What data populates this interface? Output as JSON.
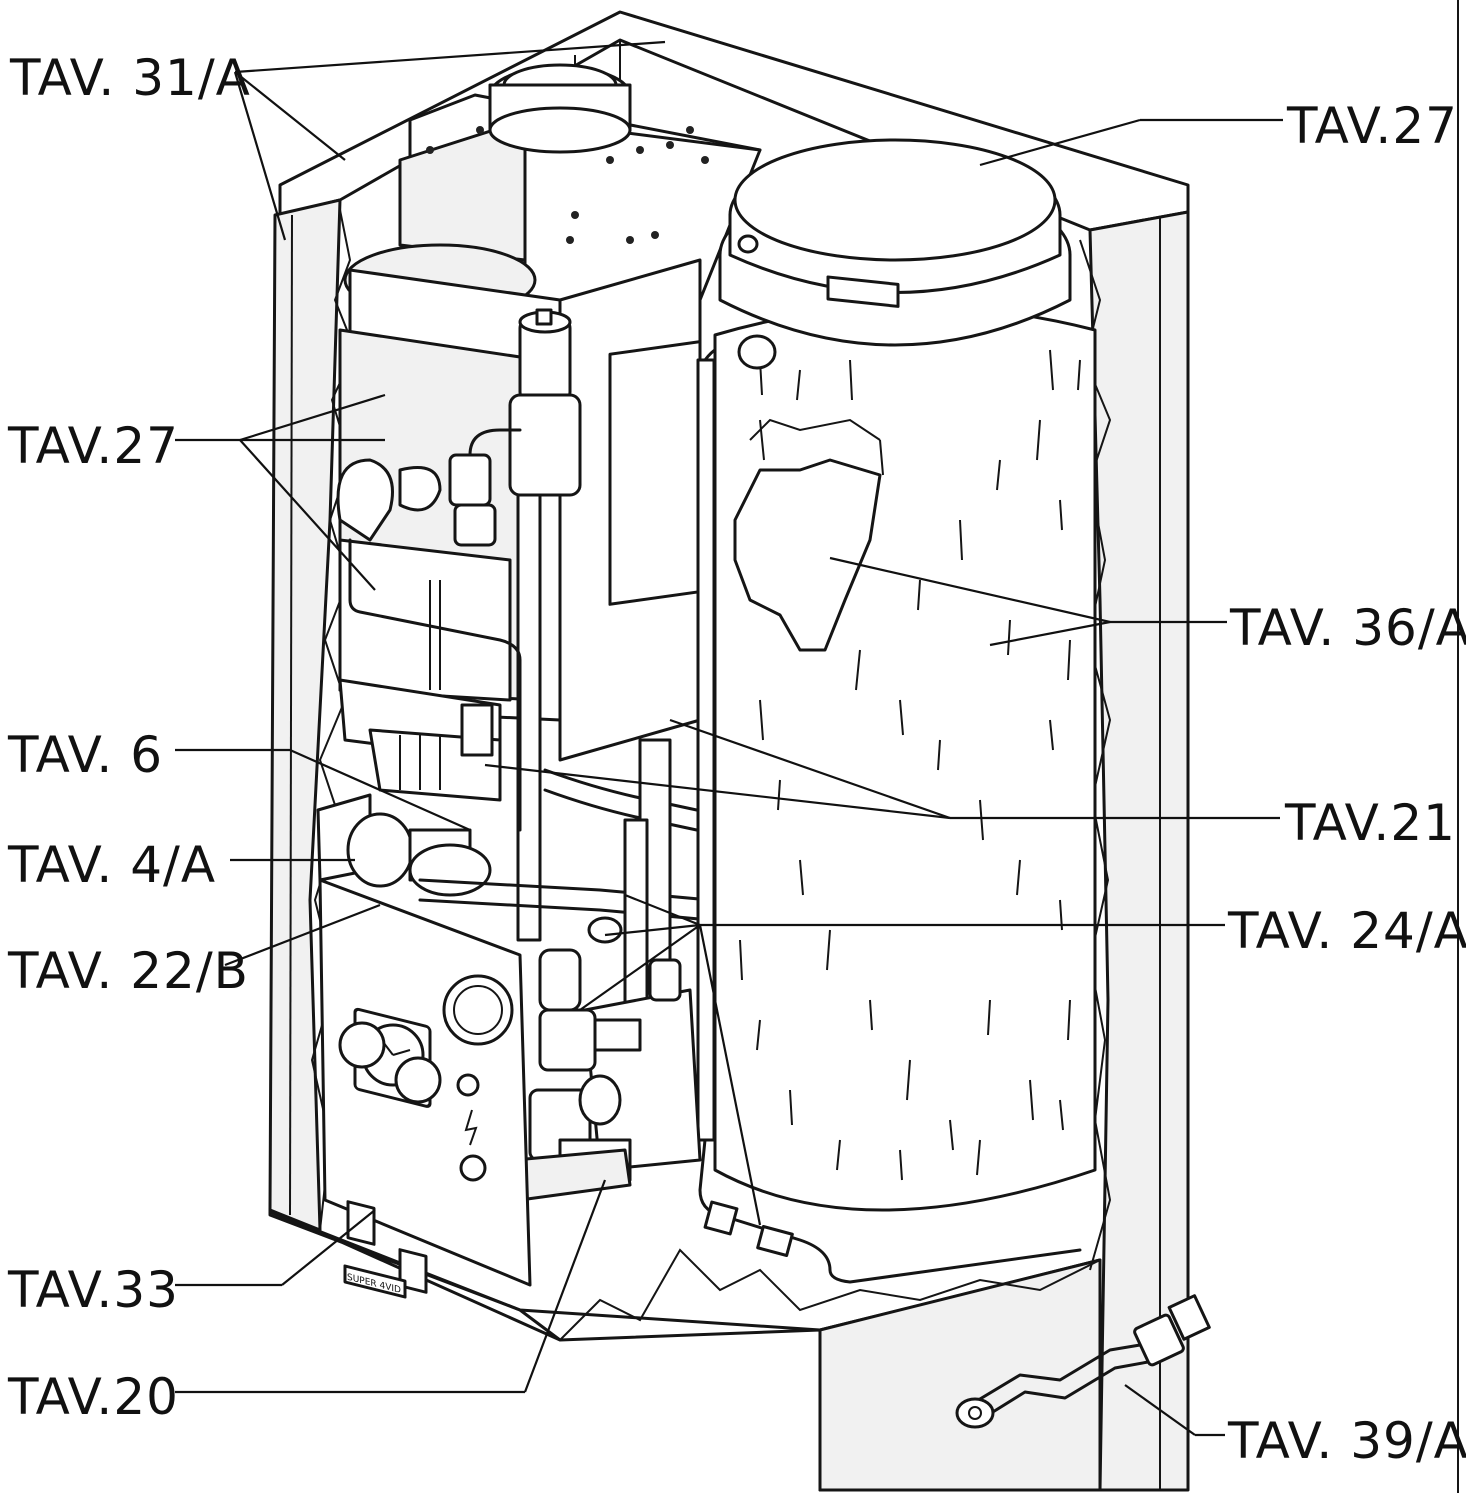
{
  "labels": {
    "tav31a": "TAV. 31/A",
    "tav27_top": "TAV.27",
    "tav27_left": "TAV.27",
    "tav36a": "TAV. 36/A",
    "tav6": "TAV. 6",
    "tav21": "TAV.21",
    "tav4a": "TAV. 4/A",
    "tav24a": "TAV. 24/A",
    "tav22b": "TAV. 22/B",
    "tav33": "TAV.33",
    "tav20": "TAV.20",
    "tav39a": "TAV. 39/A"
  },
  "panel": {
    "brand": "SUPER 4VID"
  }
}
